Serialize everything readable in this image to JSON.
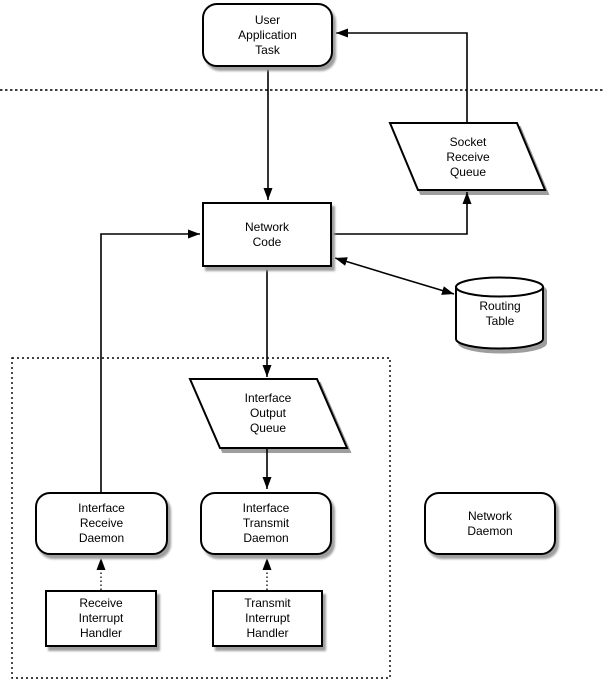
{
  "diagram": {
    "kind": "flow-diagram",
    "nodes": {
      "user_application_task": {
        "label": "User\nApplication\nTask",
        "shape": "rounded-rect"
      },
      "socket_receive_queue": {
        "label": "Socket\nReceive\nQueue",
        "shape": "parallelogram"
      },
      "network_code": {
        "label": "Network\nCode",
        "shape": "rect"
      },
      "routing_table": {
        "label": "Routing\nTable",
        "shape": "cylinder"
      },
      "interface_output_queue": {
        "label": "Interface\nOutput\nQueue",
        "shape": "parallelogram"
      },
      "interface_receive_daemon": {
        "label": "Interface\nReceive\nDaemon",
        "shape": "rounded-rect"
      },
      "interface_transmit_daemon": {
        "label": "Interface\nTransmit\nDaemon",
        "shape": "rounded-rect"
      },
      "network_daemon": {
        "label": "Network\nDaemon",
        "shape": "rounded-rect"
      },
      "receive_interrupt_handler": {
        "label": "Receive\nInterrupt\nHandler",
        "shape": "rect"
      },
      "transmit_interrupt_handler": {
        "label": "Transmit\nInterrupt\nHandler",
        "shape": "rect"
      }
    },
    "edges": [
      {
        "from": "user_application_task",
        "to": "network_code",
        "style": "solid"
      },
      {
        "from": "socket_receive_queue",
        "to": "user_application_task",
        "style": "solid"
      },
      {
        "from": "network_code",
        "to": "socket_receive_queue",
        "style": "solid"
      },
      {
        "from": "network_code",
        "to": "routing_table",
        "style": "bidirectional"
      },
      {
        "from": "network_code",
        "to": "interface_output_queue",
        "style": "solid"
      },
      {
        "from": "interface_output_queue",
        "to": "interface_transmit_daemon",
        "style": "solid"
      },
      {
        "from": "interface_receive_daemon",
        "to": "network_code",
        "style": "solid"
      },
      {
        "from": "receive_interrupt_handler",
        "to": "interface_receive_daemon",
        "style": "dotted"
      },
      {
        "from": "transmit_interrupt_handler",
        "to": "interface_transmit_daemon",
        "style": "dotted"
      }
    ],
    "colors": {
      "line": "#000000",
      "fill": "#ffffff",
      "shadow": "#9e9e9e",
      "background": "#ffffff"
    }
  }
}
